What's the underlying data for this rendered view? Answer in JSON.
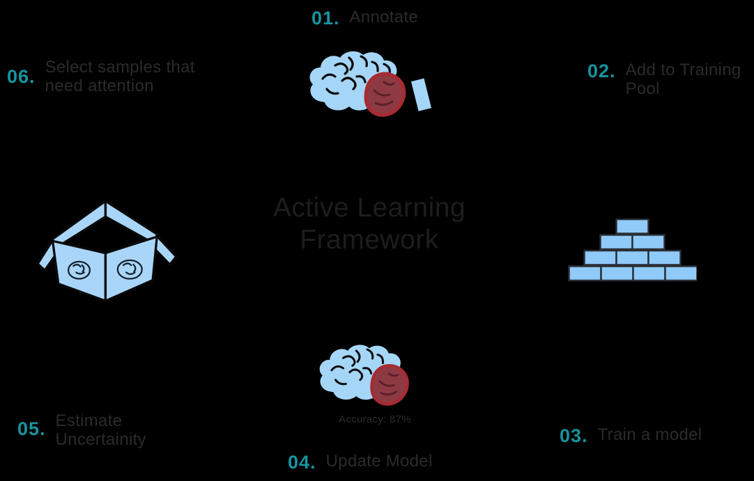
{
  "title": "Active Learning Framework",
  "steps": [
    {
      "number": "01.",
      "label": "Annotate"
    },
    {
      "number": "02.",
      "label": "Add to Training Pool"
    },
    {
      "number": "03.",
      "label": "Train a model"
    },
    {
      "number": "04.",
      "label": "Update Model"
    },
    {
      "number": "05.",
      "label": "Estimate Uncertainity"
    },
    {
      "number": "06.",
      "label": "Select samples that need attention"
    }
  ],
  "bottom_icon": {
    "accuracy_label": "Accuracy: 87%"
  },
  "icons": {
    "top": "brain-with-pencil-icon",
    "right": "brick-pyramid-icon",
    "bottom": "brain-accuracy-icon",
    "left": "box-of-brains-icon"
  },
  "colors": {
    "background": "#000000",
    "step_number": "#17949F",
    "step_label": "#2B2B2B",
    "title": "#1D1D1D",
    "icon_blue": "#A5D6F8",
    "brick_blue": "#90CAF9",
    "lobe_red_fill": "#8E3A43",
    "lobe_red_stroke": "#A62B33"
  }
}
